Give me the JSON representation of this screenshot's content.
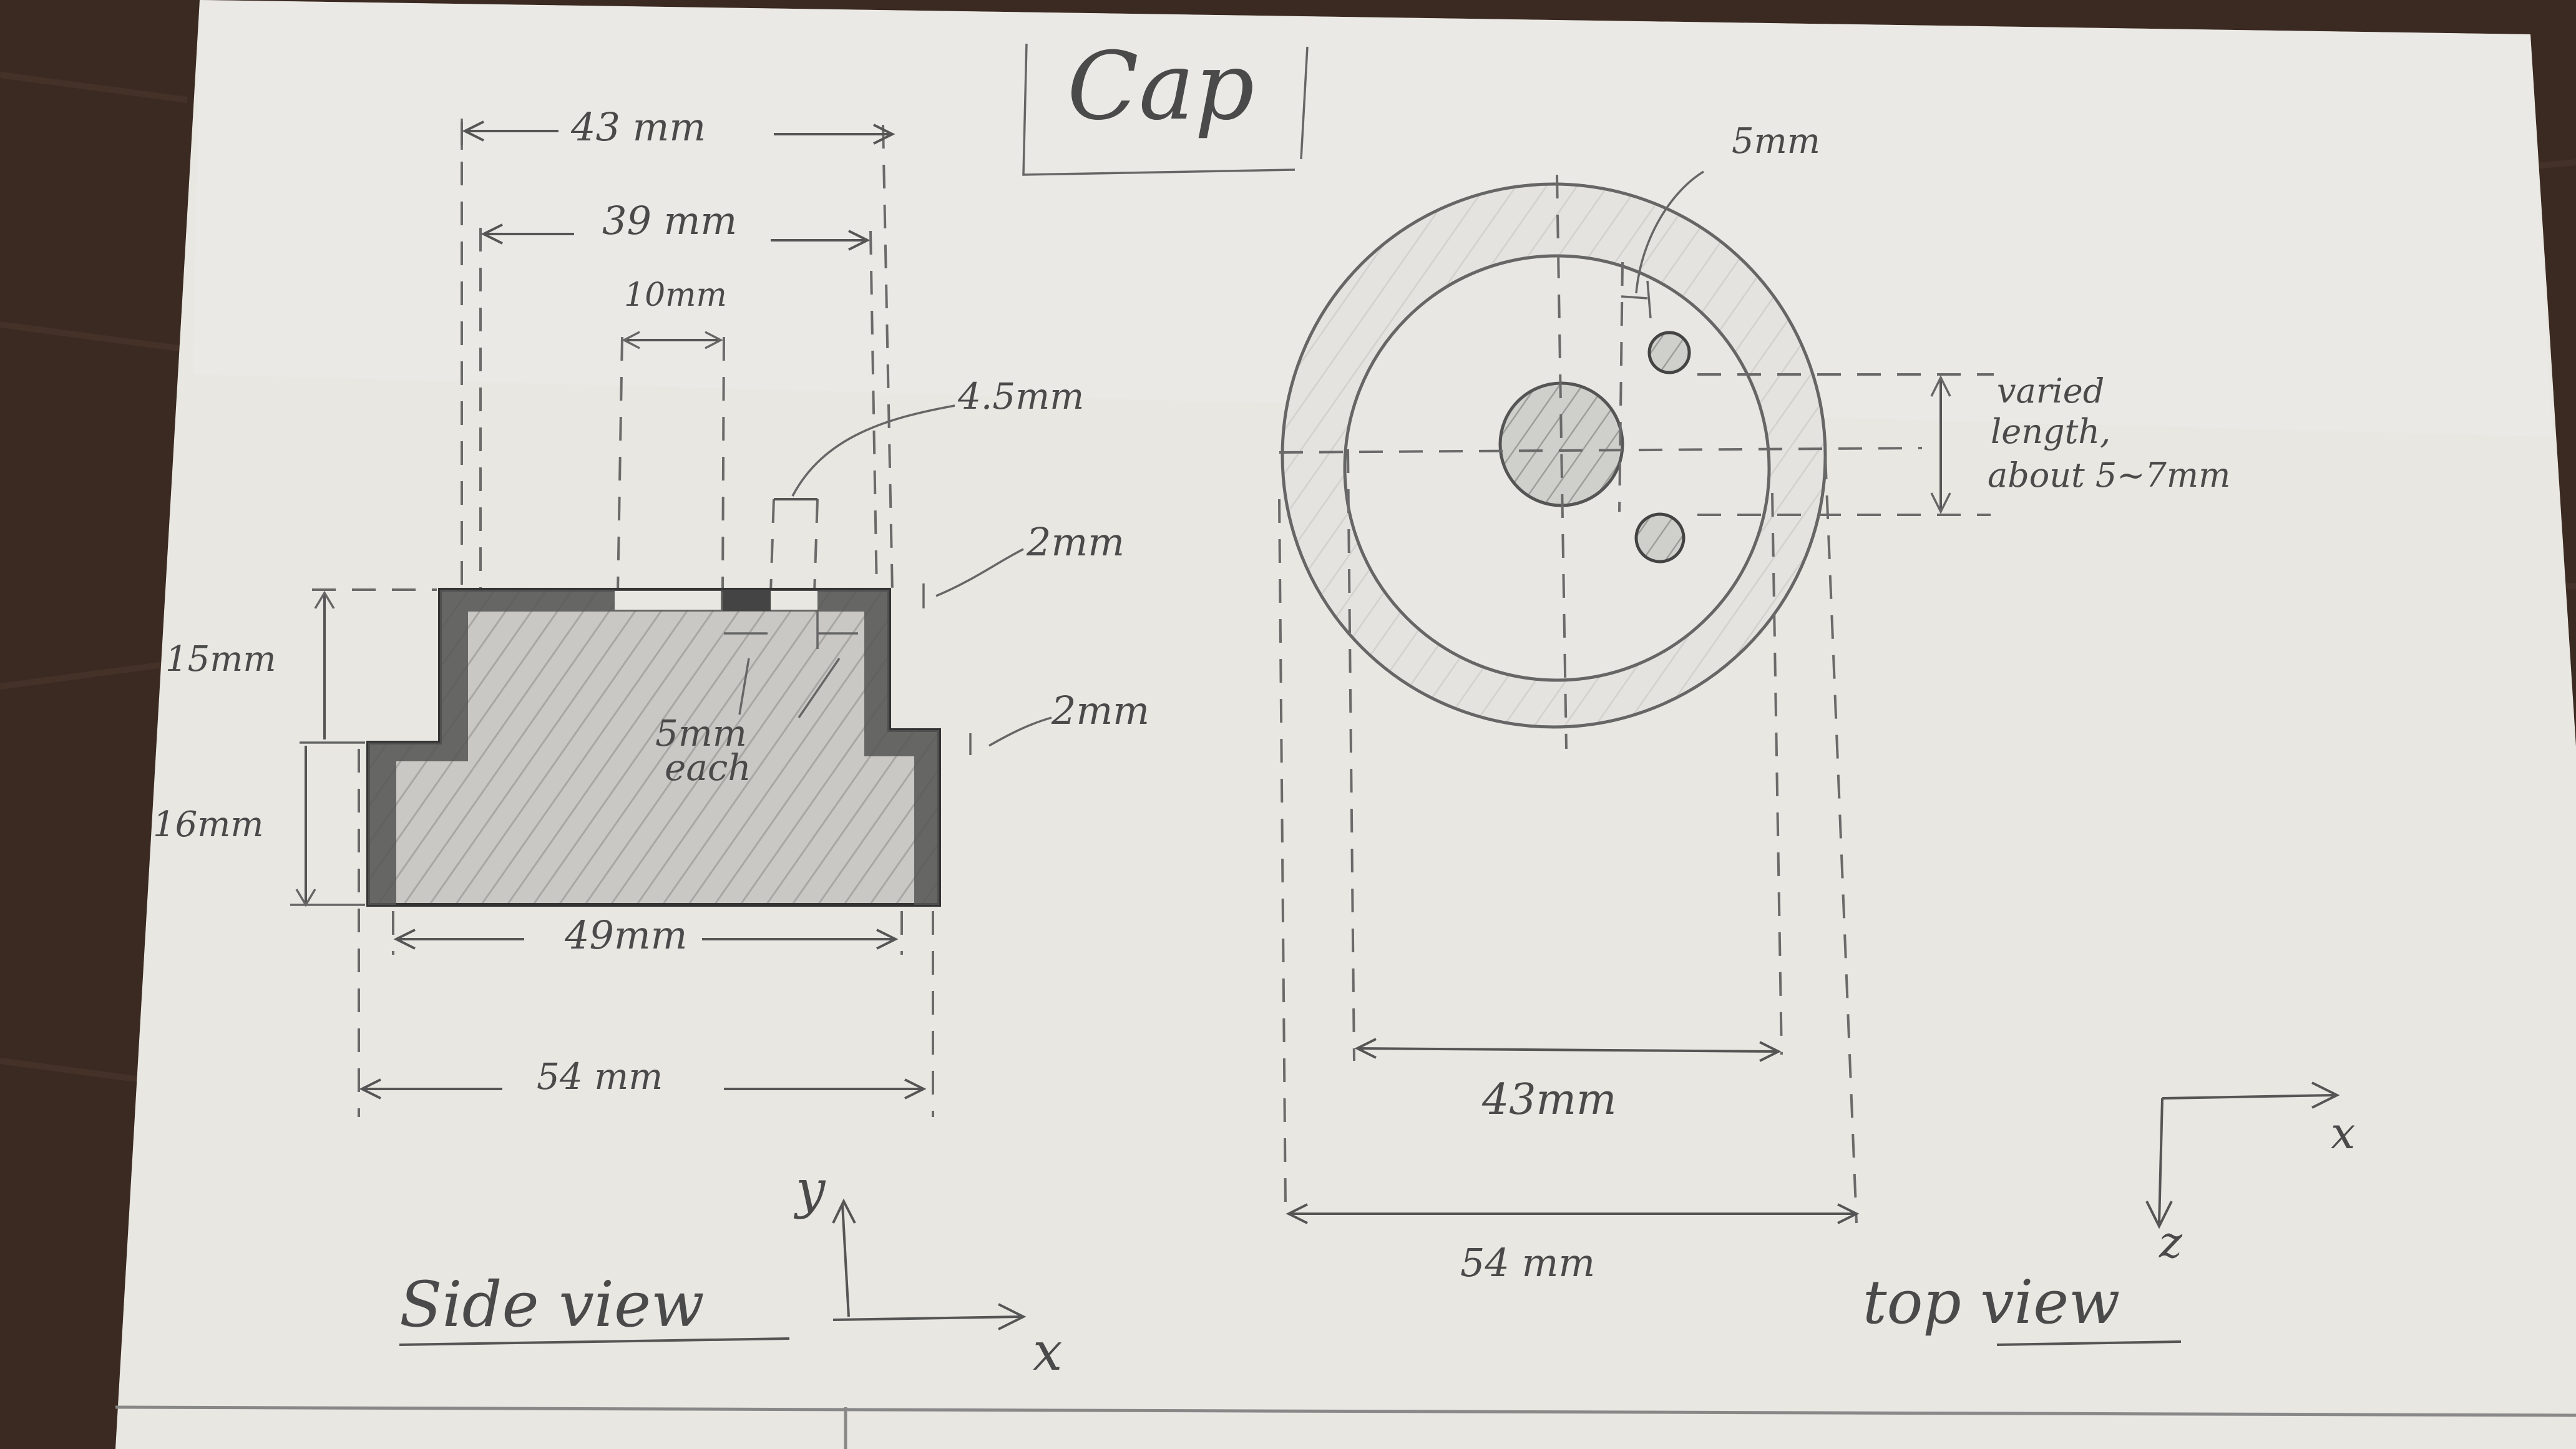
{
  "title": "Cap",
  "side_view": {
    "label": "Side view",
    "dims": {
      "top_43": "43 mm",
      "top_39": "39 mm",
      "slot_10": "10mm",
      "gap_45": "4.5mm",
      "wall_2a": "2mm",
      "wall_2b": "2mm",
      "h_15": "15mm",
      "h_16": "16mm",
      "each_5": "5mm",
      "each_word": "each",
      "w_49": "49mm",
      "w_54": "54 mm"
    },
    "axes": {
      "y": "y",
      "x": "x"
    }
  },
  "top_view": {
    "label": "top view",
    "dims": {
      "hole_5": "5mm",
      "varied_1": "varied",
      "varied_2": "length,",
      "varied_3": "about 5~7mm",
      "w_43": "43mm",
      "w_54": "54 mm"
    },
    "axes": {
      "x": "x",
      "z": "z"
    }
  }
}
